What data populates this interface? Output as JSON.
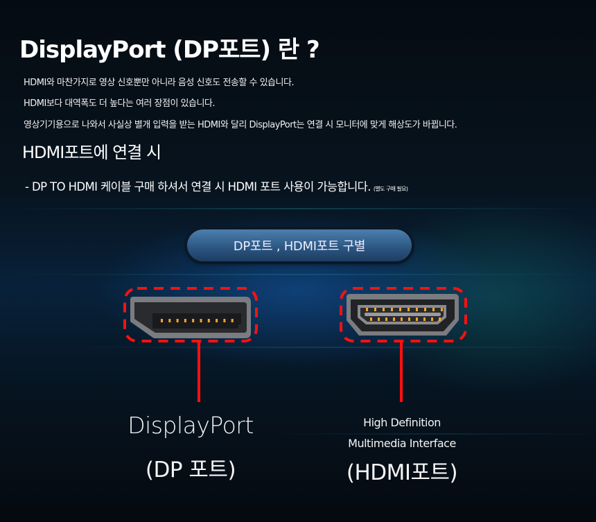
{
  "title": "DisplayPort (DP포트) 란 ?",
  "intro_lines": [
    "HDMI와 마찬가지로 영상 신호뿐만 아니라 음성 신호도 전송할 수 있습니다.",
    "HDMI보다 대역폭도 더 높다는 여러 장점이 있습니다.",
    "영상기기용으로 나와서 사실상 별개 입력을 받는 HDMI와 달리 DisplayPort는 연결 시 모니터에 맞게 해상도가 바뀝니다."
  ],
  "subheading": "HDMI포트에 연결 시",
  "bullet": {
    "text": " - DP TO HDMI 케이블 구매 하셔서 연결 시 HDMI 포트 사용이 가능합니다.",
    "note": "(별도 구매 필요)"
  },
  "pill_label": "DP포트 , HDMI포트 구별",
  "dp": {
    "name": "DisplayPort",
    "label": "(DP 포트)"
  },
  "hdmi": {
    "line1": "High Definition",
    "line2": "Multimedia Interface",
    "label": "(HDMI포트)"
  },
  "colors": {
    "accent_red": "#ff1010",
    "pin_gold": "#f0a830"
  }
}
